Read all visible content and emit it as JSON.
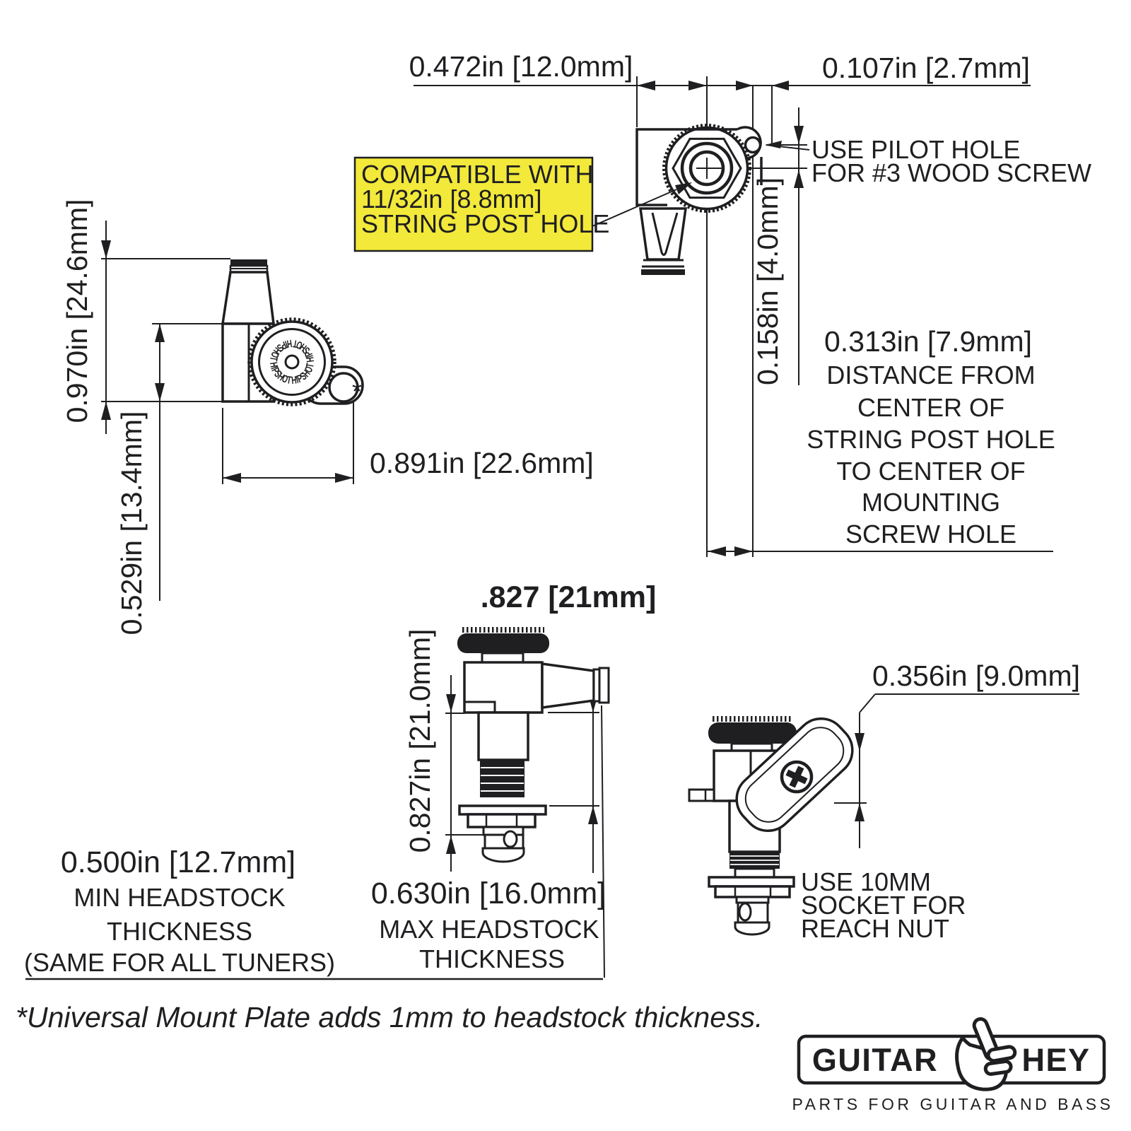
{
  "ann": {
    "top_width": "0.472in [12.0mm]",
    "top_offset": "0.107in [2.7mm]",
    "pilot1": "USE PILOT HOLE",
    "pilot2": "FOR #3 WOOD SCREW",
    "compat1": "COMPATIBLE WITH",
    "compat2": "11/32in [8.8mm]",
    "compat3": "STRING POST HOLE",
    "side_h": "0.970in [24.6mm]",
    "side_body": "0.529in [13.4mm]",
    "side_w": "0.891in [22.6mm]",
    "screw_v": "0.158in [4.0mm]",
    "screw_h": "0.313in [7.9mm]",
    "screw_desc": [
      "DISTANCE FROM",
      "CENTER OF",
      "STRING POST HOLE",
      "TO CENTER OF",
      "MOUNTING",
      "SCREW HOLE"
    ],
    "post_title": ".827 [21mm]",
    "post_h": "0.827in [21.0mm]",
    "max_t": "0.630in [16.0mm]",
    "max1": "MAX HEADSTOCK",
    "max2": "THICKNESS",
    "min_t": "0.500in [12.7mm]",
    "min1": "MIN HEADSTOCK",
    "min2": "THICKNESS",
    "min3": "(SAME FOR ALL TUNERS)",
    "wing": "0.356in [9.0mm]",
    "socket1": "USE 10MM",
    "socket2": "SOCKET FOR",
    "socket3": "REACH NUT",
    "footnote": "*Universal Mount Plate adds 1mm to headstock thickness.",
    "star": "*",
    "knob_text": "HIPSHOT HIPSHOT HIPSHOT HIPSHOT"
  },
  "logo": {
    "left": "GUITAR",
    "right": "HEY",
    "tagline": "PARTS FOR GUITAR AND BASS"
  },
  "colors": {
    "ink": "#1f1f22",
    "highlight": "#f2e93a"
  }
}
